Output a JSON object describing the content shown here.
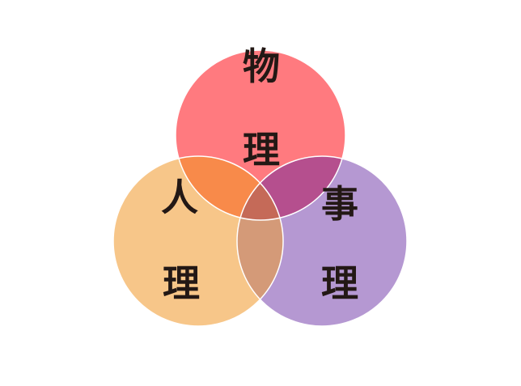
{
  "diagram": {
    "type": "venn-3",
    "sets": [
      {
        "id": "wuli",
        "char_top": "物",
        "char_bottom": "理",
        "color": "#ff7a7f"
      },
      {
        "id": "renli",
        "char_top": "人",
        "char_bottom": "理",
        "color": "#f7c689"
      },
      {
        "id": "shili",
        "char_top": "事",
        "char_bottom": "理",
        "color": "#b598d2"
      }
    ],
    "overlap_colors": {
      "wuli_renli": "#f88a4a",
      "wuli_shili": "#b54f8e",
      "renli_shili": "#d49a78",
      "all": "#c56a58"
    },
    "outline_color": "#ffffff"
  }
}
